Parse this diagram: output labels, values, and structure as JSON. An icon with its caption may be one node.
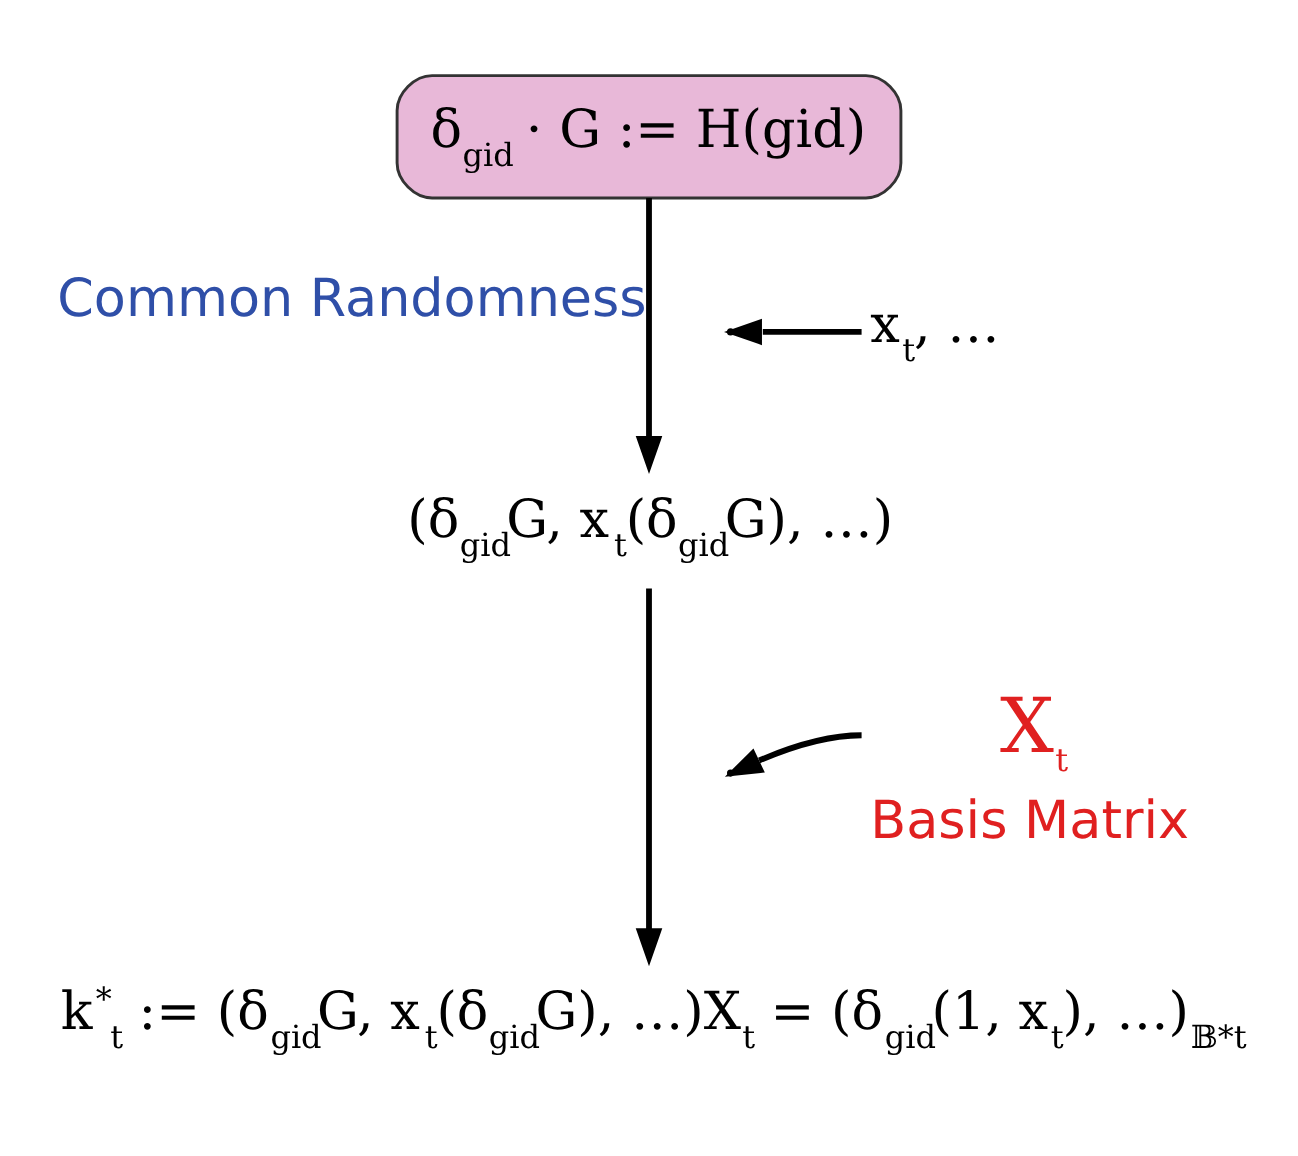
{
  "diagram": {
    "nodes": [
      {
        "text": [
          "δ$_{gid}$ · G := H(gid)"
        ]
      },
      {
        "text": [
          "x$_{t}$, …"
        ]
      },
      {
        "text": [
          "(δ$_{gid}$G, x$_{t}$(δ$_{gid}$G), …)"
        ]
      },
      {
        "text": [
          "X$_{t}$",
          "Basis Matrix"
        ]
      },
      {
        "text": [
          "k$^{*}$$_{t}$ := (δ$_{gid}$G, x$_{t}$(δ$_{gid}$G), …)X$_{t}$ = (δ$_{gid}$(1, x$_{t}$), …)$_{𝔹*t}$"
        ]
      }
    ],
    "edges": [
      {
        "from": 0,
        "to": 2,
        "arrow": "to",
        "label": "Common Randomness"
      },
      {
        "from": 1,
        "to": null,
        "arrow": "to"
      },
      {
        "from": 2,
        "to": 4,
        "arrow": "to"
      },
      {
        "from": 3,
        "to": null,
        "arrow": "to"
      }
    ]
  }
}
